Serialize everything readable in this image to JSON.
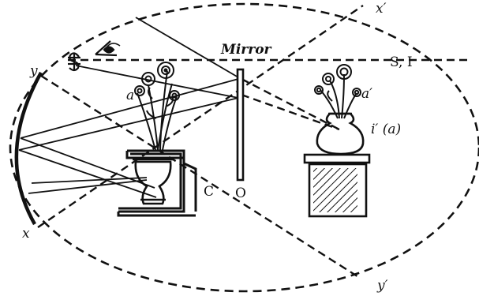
{
  "labels": {
    "mirror": "Mirror",
    "s_i": "S, I",
    "s": "S",
    "a": "a",
    "a_prime": "a′",
    "i_prime": "i′ (a)",
    "o": "O",
    "c": "C",
    "x": "x",
    "y": "y",
    "x_prime": "x′",
    "y_prime": "y′"
  }
}
